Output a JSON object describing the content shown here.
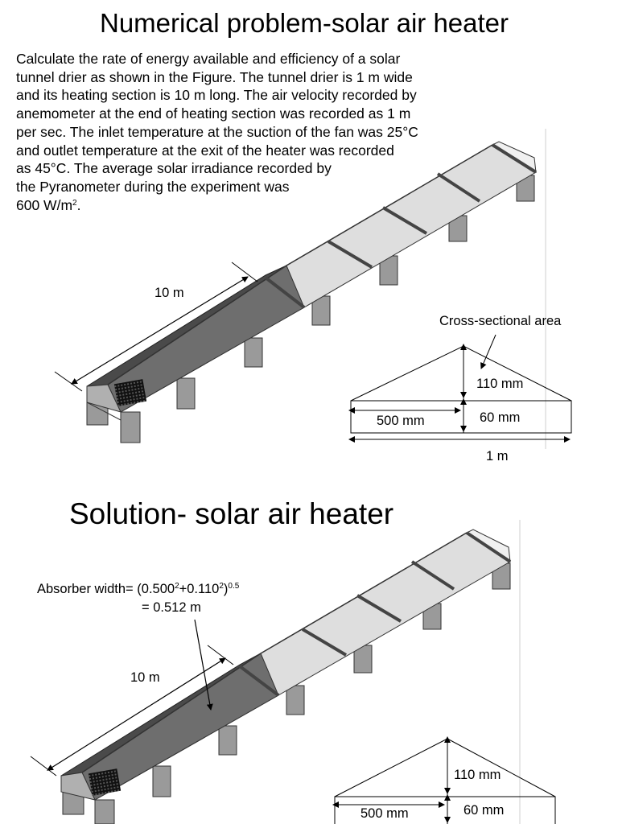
{
  "slide1": {
    "title": "Numerical problem-solar air heater",
    "problem_lines": [
      "Calculate the rate of energy available and efficiency of a solar",
      "tunnel drier as shown in the Figure. The tunnel drier is 1 m wide",
      "and its heating section is 10 m long. The air velocity recorded by",
      "anemometer at the end of heating section was recorded as 1 m",
      "per sec. The inlet temperature at the suction of the fan was 25°C",
      "and outlet temperature at the exit of the heater was recorded",
      "as 45°C. The average solar irradiance recorded by",
      "the Pyranometer during the experiment was"
    ],
    "irradiance_value": "600 W/m",
    "irradiance_exp": "2",
    "irradiance_end": ".",
    "length_label": "10 m",
    "cross_section_label": "Cross-sectional area",
    "height_label": "110 mm",
    "half_width_label": "500 mm",
    "wall_label": "60 mm",
    "width_label": "1 m"
  },
  "slide2": {
    "title": "Solution- solar air heater",
    "absorber_prefix": "Absorber width= (0.500",
    "absorber_sq1": "2",
    "absorber_mid": "+0.110",
    "absorber_sq2": "2",
    "absorber_close": ")",
    "absorber_pow": "0.5",
    "absorber_result": "= 0.512 m",
    "length_label": "10 m",
    "height_label": "110 mm",
    "half_width_label": "500 mm",
    "wall_label": "60 mm"
  }
}
